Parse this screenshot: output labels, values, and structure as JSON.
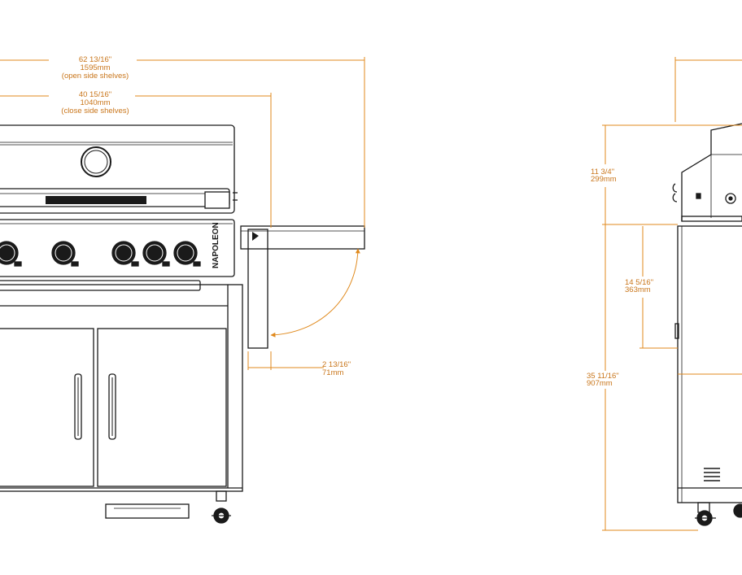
{
  "colors": {
    "dimension": "#e08a1e",
    "outline": "#1a1a1a",
    "background": "#ffffff"
  },
  "front_view": {
    "width_open": {
      "imperial": "62 13/16\"",
      "metric": "1595mm",
      "note": "(open side shelves)"
    },
    "width_closed": {
      "imperial": "40 15/16\"",
      "metric": "1040mm",
      "note": "(close side shelves)"
    },
    "shelf_fold": {
      "imperial": "2 13/16\"",
      "metric": "71mm"
    },
    "brand_mark": "NAPOLEON"
  },
  "side_view": {
    "lid_height": {
      "imperial": "11 3/4\"",
      "metric": "299mm"
    },
    "shelf_height": {
      "imperial": "14 5/16\"",
      "metric": "363mm"
    },
    "counter_height": {
      "imperial": "35 11/16\"",
      "metric": "907mm"
    }
  }
}
